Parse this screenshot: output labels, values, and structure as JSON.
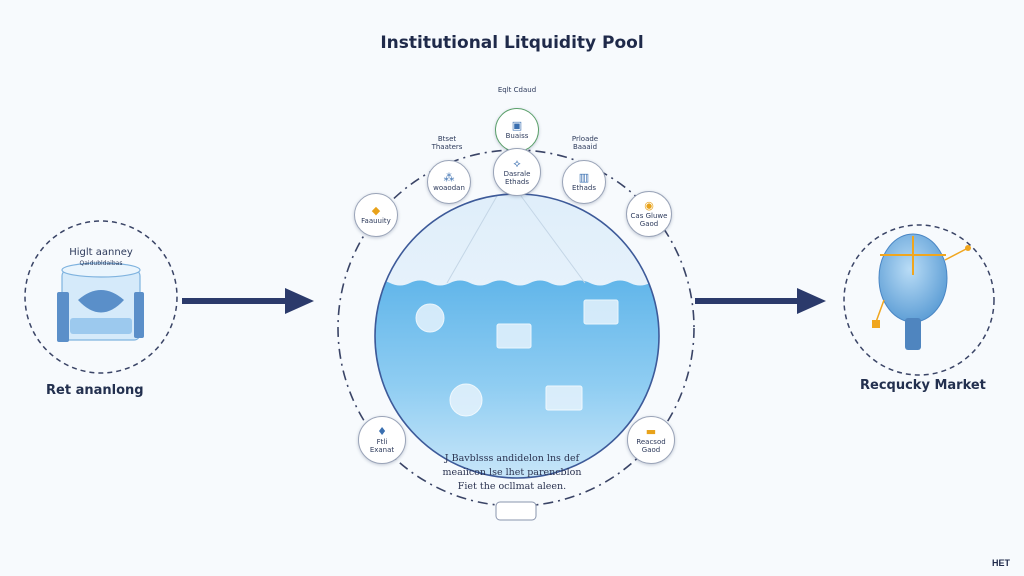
{
  "title": "Institutional Litquidity Pool",
  "left_node": {
    "box_text": "Higlt aanney",
    "box_subtext": "Qaidubldaibas",
    "label": "Ret ananlong"
  },
  "right_node": {
    "label": "Recqucky Market"
  },
  "top_label": "Eqlt Cdaud",
  "badges": [
    {
      "id": "top",
      "icon": "chip-icon",
      "glyph": "▣",
      "text": "Buaiss"
    },
    {
      "id": "upper-center",
      "icon": "graph-icon",
      "glyph": "⟡",
      "text": "Dasrale Ethads"
    },
    {
      "id": "upper-left",
      "icon": "network-icon",
      "glyph": "⁂",
      "text": "woaodan"
    },
    {
      "id": "upper-right",
      "icon": "building-icon",
      "glyph": "▥",
      "text": "Ethads"
    },
    {
      "id": "left",
      "icon": "coin-icon",
      "glyph": "◆",
      "text": "Faauuity"
    },
    {
      "id": "right",
      "icon": "gold-coin-icon",
      "glyph": "◉",
      "text": "Cas Gluwe Gaod"
    },
    {
      "id": "bottom-left",
      "icon": "drop-icon",
      "glyph": "♦",
      "text": "Ftli Exanat"
    },
    {
      "id": "bottom-right",
      "icon": "document-icon",
      "glyph": "▬",
      "text": "Reacsod Gaod"
    }
  ],
  "badge_side_labels": {
    "upper_left": "Btset Thaaters",
    "upper_right": "Prloade Baaaid"
  },
  "pool_caption": [
    "J Bavblsss andidelon lns def",
    "meaiicon lse lhet parencblon",
    "Fiet the ocllmat aleen."
  ],
  "corner_mark": "HET",
  "colors": {
    "arrow": "#2b3a6b",
    "pool_water": "#5db4e8",
    "pool_rim": "#3d5a99",
    "dashed_ring": "#3a4466"
  }
}
